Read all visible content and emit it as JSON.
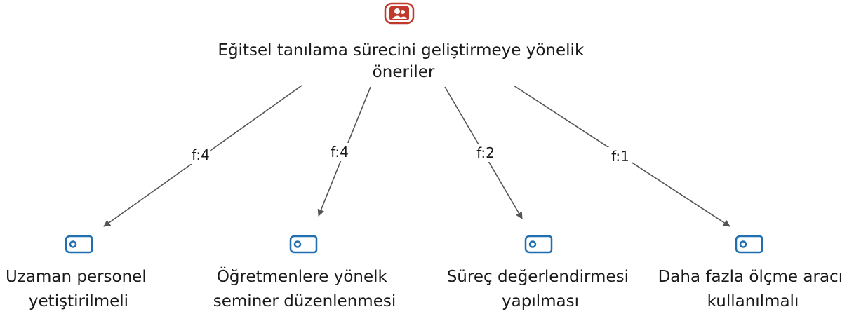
{
  "root": {
    "icon": "person-group-icon",
    "title_lines": [
      "Eğitsel tanılama sürecini geliştirmeye yönelik",
      "öneriler"
    ]
  },
  "children": [
    {
      "icon": "tag-icon",
      "label_lines": [
        "Uzaman personel",
        "yetiştirilmeli"
      ],
      "edge_label": "f:4"
    },
    {
      "icon": "tag-icon",
      "label_lines": [
        "Öğretmenlere yönelk",
        "seminer düzenlenmesi"
      ],
      "edge_label": "f:4"
    },
    {
      "icon": "tag-icon",
      "label_lines": [
        "Süreç değerlendirmesi",
        "yapılması"
      ],
      "edge_label": "f:2"
    },
    {
      "icon": "tag-icon",
      "label_lines": [
        "Daha fazla ölçme aracı",
        "kullanılmalı"
      ],
      "edge_label": "f:1"
    }
  ],
  "colors": {
    "root_icon": "#c0392b",
    "child_icon": "#1f6fb2",
    "edge": "#555555",
    "text": "#1a1a1a"
  }
}
